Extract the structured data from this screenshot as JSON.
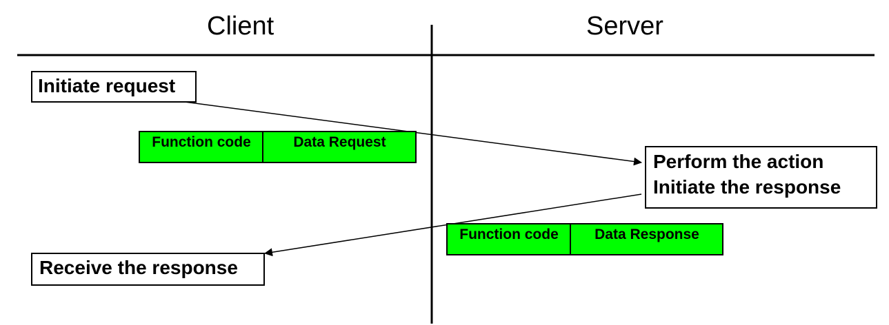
{
  "headers": {
    "client": "Client",
    "server": "Server"
  },
  "client_steps": {
    "initiate": "Initiate request",
    "receive": "Receive the response"
  },
  "server_steps": {
    "line1": "Perform the action",
    "line2": "Initiate the response"
  },
  "request_frame": {
    "function_code": "Function code",
    "data": "Data Request",
    "color": "#00ff00"
  },
  "response_frame": {
    "function_code": "Function code",
    "data": "Data Response",
    "color": "#00ff00"
  }
}
